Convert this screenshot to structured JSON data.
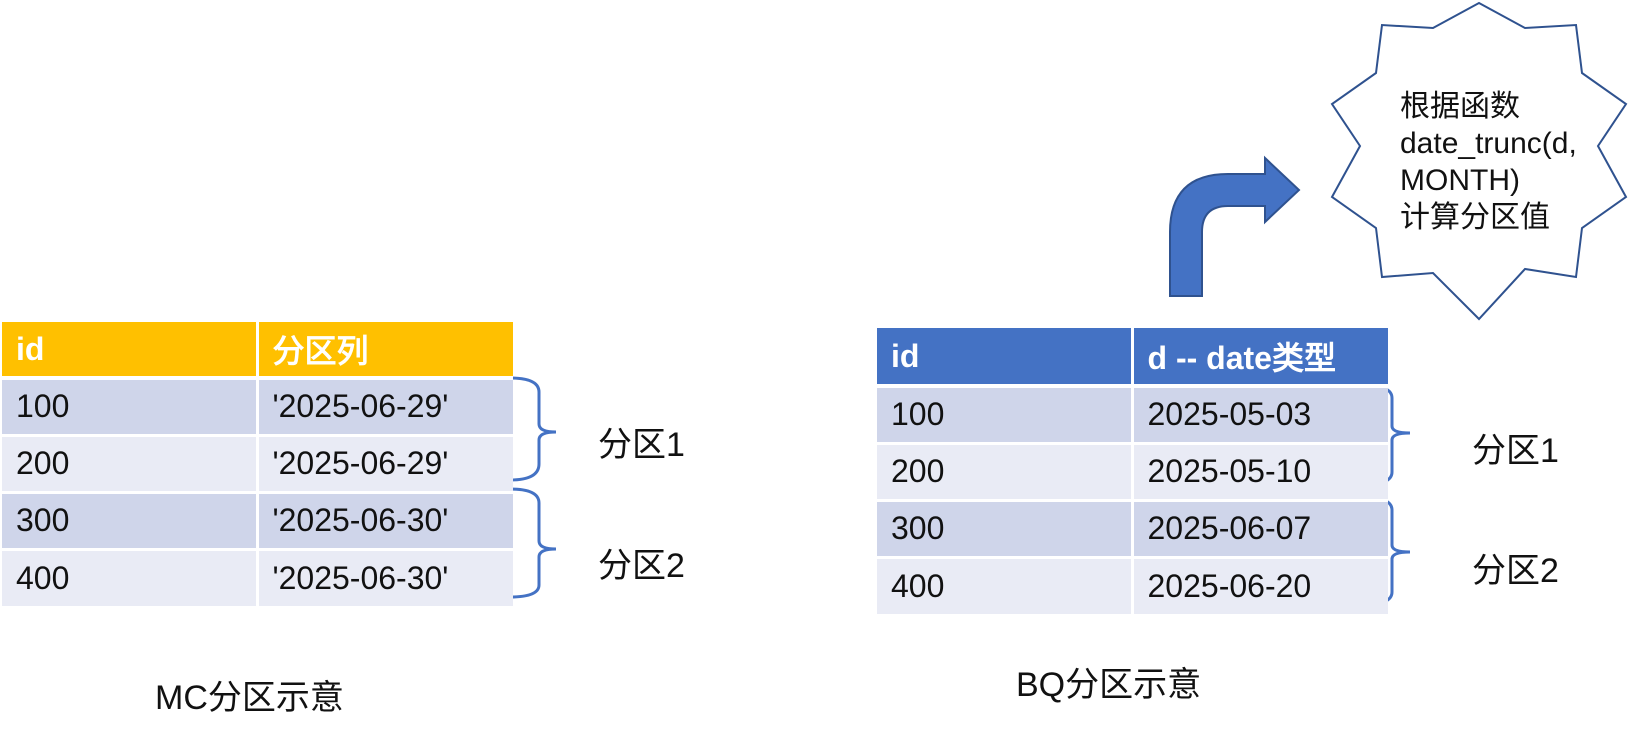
{
  "mc_table": {
    "headers": [
      "id",
      "分区列"
    ],
    "rows": [
      [
        "100",
        "'2025-06-29'"
      ],
      [
        "200",
        "'2025-06-29'"
      ],
      [
        "300",
        "'2025-06-30'"
      ],
      [
        "400",
        "'2025-06-30'"
      ]
    ],
    "partition_labels": [
      "分区1",
      "分区2"
    ],
    "caption": "MC分区示意",
    "header_color": "#ffc000"
  },
  "bq_table": {
    "headers": [
      "id",
      "d -- date类型"
    ],
    "rows": [
      [
        "100",
        "2025-05-03"
      ],
      [
        "200",
        "2025-05-10"
      ],
      [
        "300",
        "2025-06-07"
      ],
      [
        "400",
        "2025-06-20"
      ]
    ],
    "partition_labels": [
      "分区1",
      "分区2"
    ],
    "caption": "BQ分区示意",
    "header_color": "#4472c4"
  },
  "note": {
    "lines": [
      "根据函数",
      "date_trunc(d,",
      "MONTH)",
      "计算分区值"
    ]
  },
  "colors": {
    "row_dark": "#cfd5ea",
    "row_light": "#e9ebf5",
    "bracket": "#4472c4",
    "arrow": "#4472c4"
  },
  "icons": {
    "arrow": "bent-up-right-arrow",
    "note_shape": "starburst-callout"
  }
}
